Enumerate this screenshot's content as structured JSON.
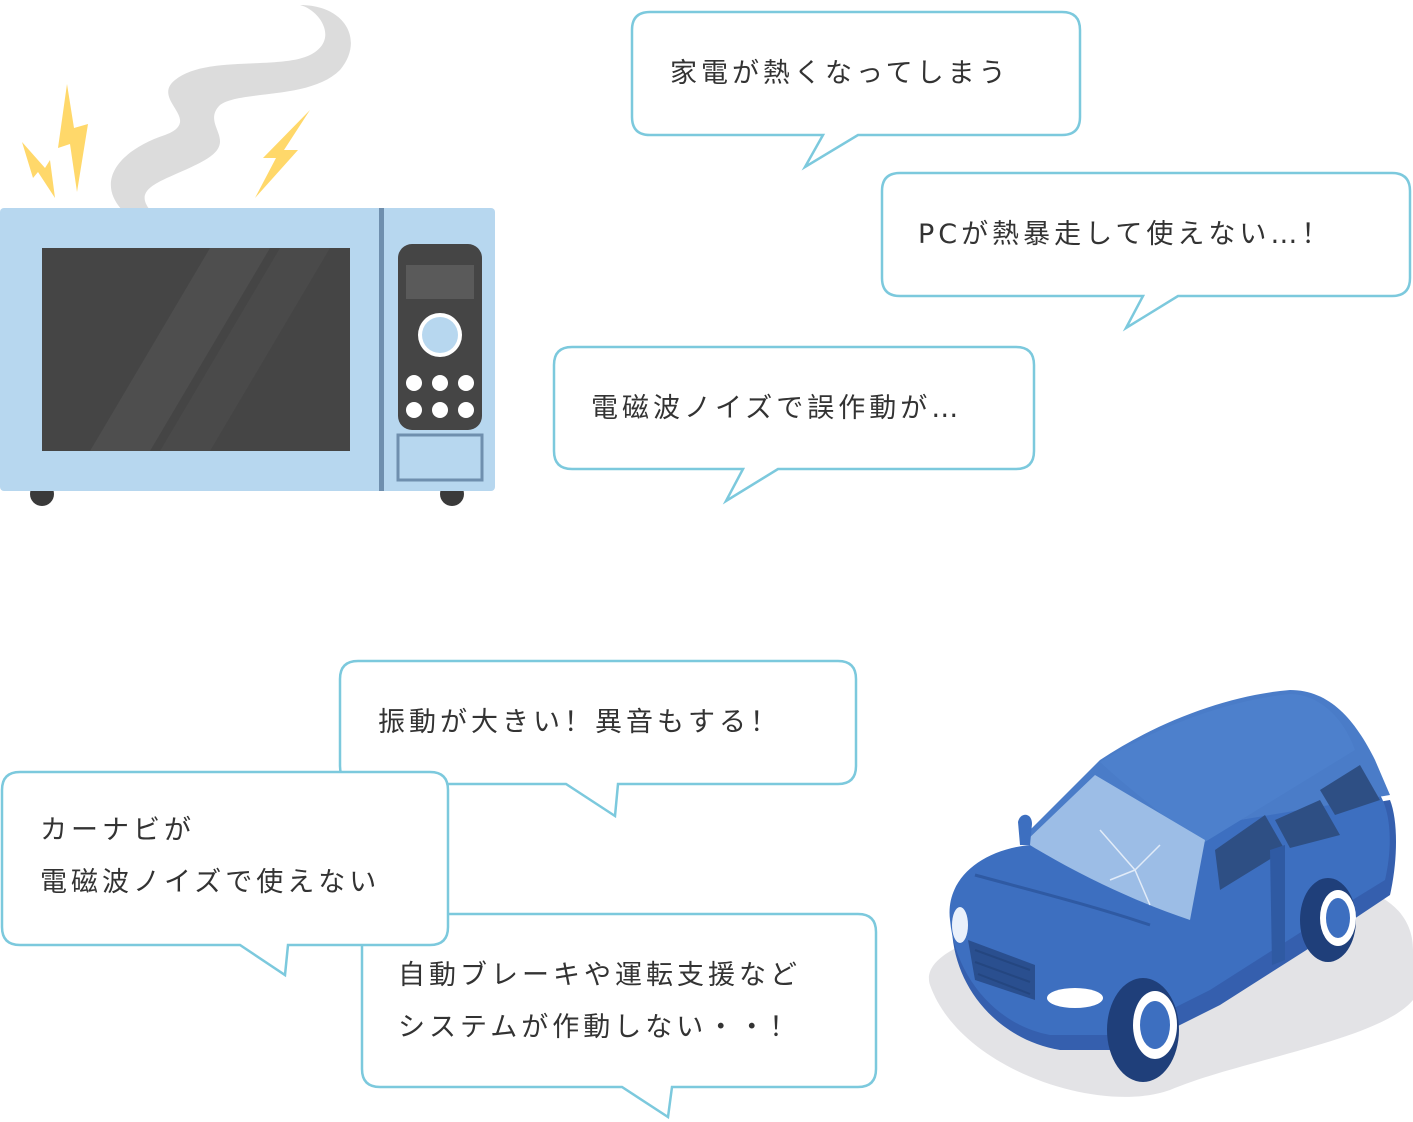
{
  "colors": {
    "bubble_border": "#7cc9dd",
    "bubble_fill": "#ffffff",
    "text": "#333333",
    "microwave_body": "#b7d7ef",
    "microwave_window": "#454545",
    "car_body": "#3d6fc0",
    "lightning": "#ffd86a",
    "smoke": "#dcdcdc"
  },
  "icons": {
    "appliance": "microwave-icon",
    "vehicle": "car-icon",
    "heat": "lightning-icon",
    "smoke": "smoke-icon"
  },
  "bubbles": {
    "appliance_heat": [
      "家電が熱くなってしまう"
    ],
    "pc_overheat": [
      "PCが熱暴走して使えない…！"
    ],
    "emi_malfunction": [
      "電磁波ノイズで誤作動が…"
    ],
    "vibration": [
      "振動が大きい！異音もする！"
    ],
    "car_navi": [
      "カーナビが",
      "電磁波ノイズで使えない"
    ],
    "auto_brake": [
      "自動ブレーキや運転支援など",
      "システムが作動しない・・！"
    ]
  }
}
